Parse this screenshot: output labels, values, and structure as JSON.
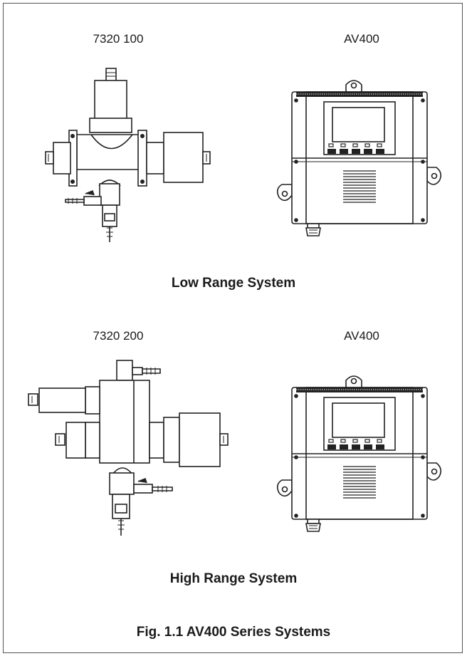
{
  "low_range": {
    "sensor_label": "7320 100",
    "analyzer_label": "AV400",
    "caption": "Low Range System"
  },
  "high_range": {
    "sensor_label": "7320 200",
    "analyzer_label": "AV400",
    "caption": "High Range System"
  },
  "figure_caption": "Fig. 1.1 AV400 Series Systems"
}
